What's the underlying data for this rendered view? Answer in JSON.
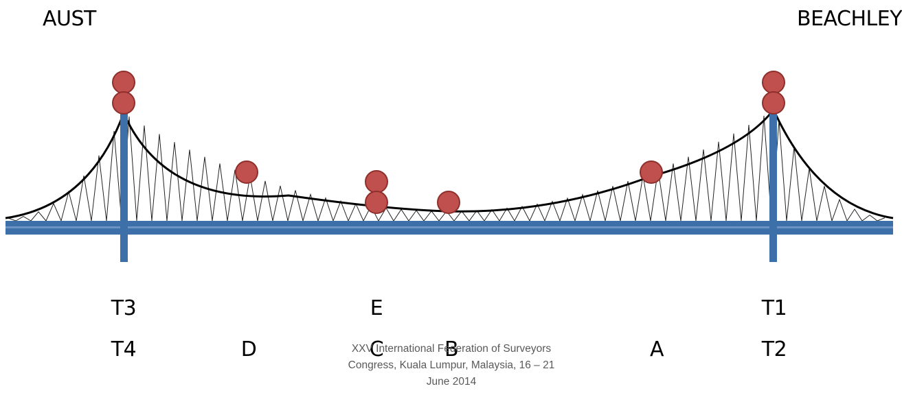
{
  "labels": {
    "aust": "AUST",
    "beachley": "BEACHLEY",
    "t3": "T3",
    "t4": "T4",
    "d": "D",
    "e": "E",
    "c": "C",
    "b": "B",
    "a": "A",
    "t1": "T1",
    "t2": "T2"
  },
  "footer": {
    "line1": "XXV International Federation of Surveyors",
    "line2": "Congress, Kuala Lumpur, Malaysia, 16 – 21",
    "line3": "June 2014"
  },
  "colors": {
    "deck": "#3d6fa8",
    "marker": "#c0504d",
    "cable": "#000000"
  }
}
